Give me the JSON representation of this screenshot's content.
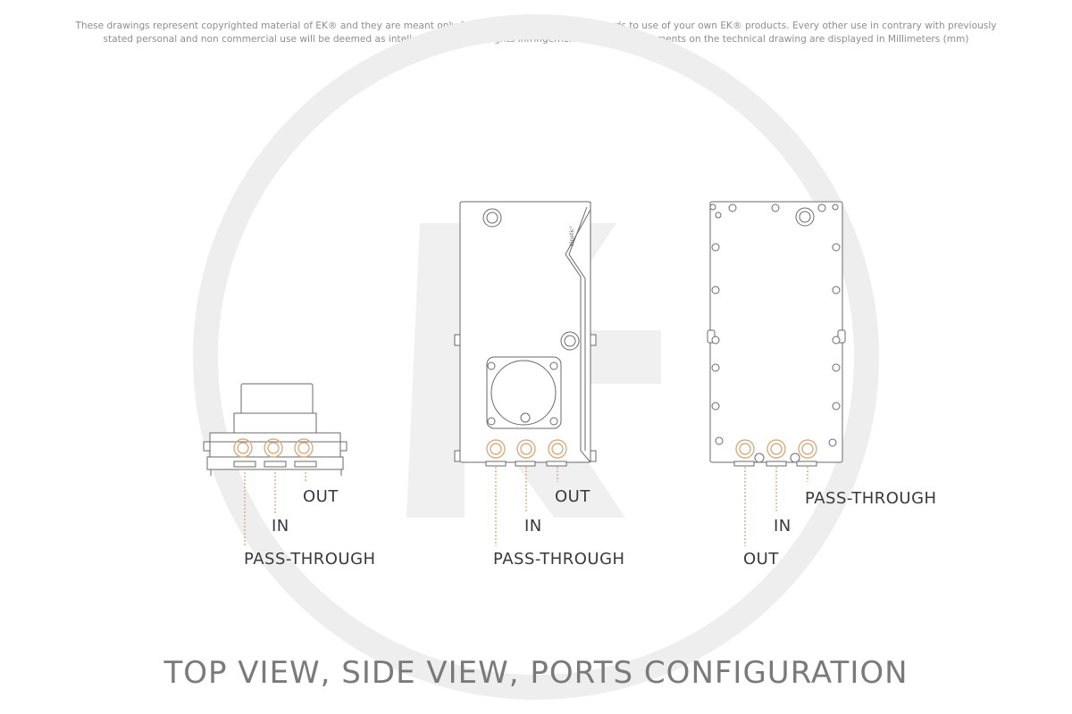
{
  "disclaimer": {
    "line1": "These drawings represent copyrighted material of EK® and they are meant only for your personal use, with regards to use of  your own EK® products. Every other use in contrary with previously",
    "line2": "stated personal and non commercial use will be deemed as intellectual property rights infringement.All the measurements on the technical drawing are displayed in Millimeters (mm)"
  },
  "views": {
    "top": {
      "out_label": "OUT",
      "in_label": "IN",
      "pass_label": "PASS-THROUGH"
    },
    "side": {
      "out_label": "OUT",
      "in_label": "IN",
      "pass_label": "PASS-THROUGH",
      "brand_text": "Kinetic²"
    },
    "back": {
      "out_label": "OUT",
      "in_label": "IN",
      "pass_label": "PASS-THROUGH"
    }
  },
  "footer": {
    "title": "TOP VIEW, SIDE VIEW, PORTS CONFIGURATION"
  },
  "colors": {
    "line": "#6a6a6a",
    "port": "#d6ad84",
    "watermark": "#eeeeee"
  }
}
